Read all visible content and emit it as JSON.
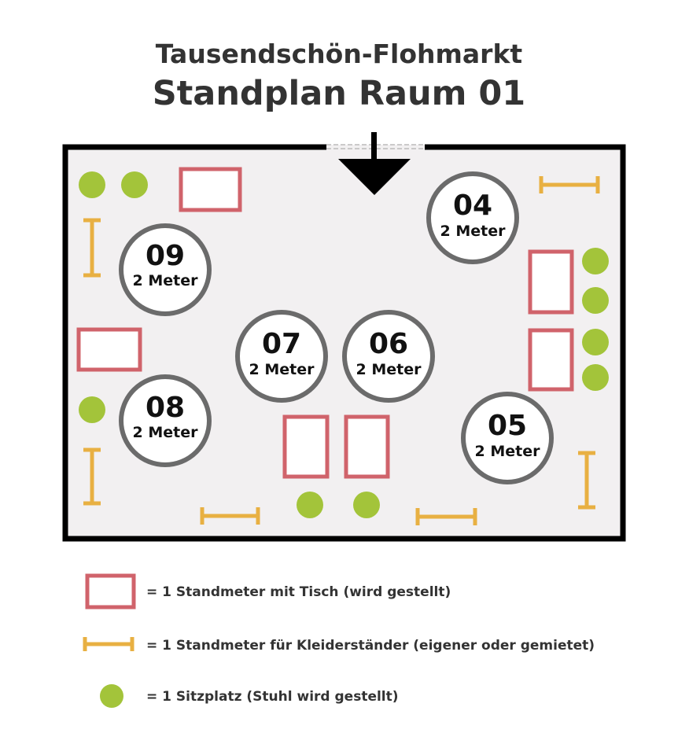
{
  "header": {
    "title": "Tausendschön-Flohmarkt",
    "subtitle": "Standplan Raum 01"
  },
  "stands": [
    {
      "number": "09",
      "size": "2 Meter"
    },
    {
      "number": "04",
      "size": "2 Meter"
    },
    {
      "number": "07",
      "size": "2 Meter"
    },
    {
      "number": "06",
      "size": "2 Meter"
    },
    {
      "number": "08",
      "size": "2 Meter"
    },
    {
      "number": "05",
      "size": "2 Meter"
    }
  ],
  "legend": {
    "table": "= 1 Standmeter mit Tisch (wird gestellt)",
    "rack": "= 1 Standmeter für Kleiderständer (eigener oder gemietet)",
    "seat": "= 1 Sitzplatz (Stuhl wird gestellt)"
  },
  "colors": {
    "table": "#d0636b",
    "rack": "#e8b042",
    "seat": "#a3c43a",
    "stand": "#6b6b6b",
    "floor": "#f2f0f1"
  }
}
